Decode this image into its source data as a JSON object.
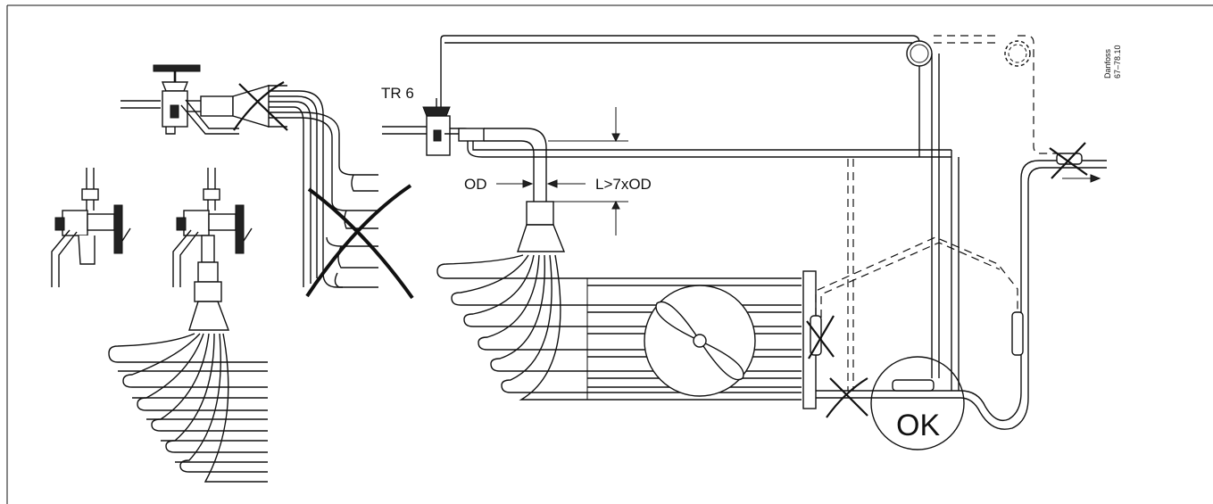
{
  "labels": {
    "valve_type": "TR 6",
    "outer_diameter": "OD",
    "length_rule": "L>7xOD",
    "ok_mark": "OK",
    "brand": "Danfoss",
    "drawing_code": "67–78.10"
  },
  "colors": {
    "line": "#111111",
    "background": "#ffffff"
  }
}
